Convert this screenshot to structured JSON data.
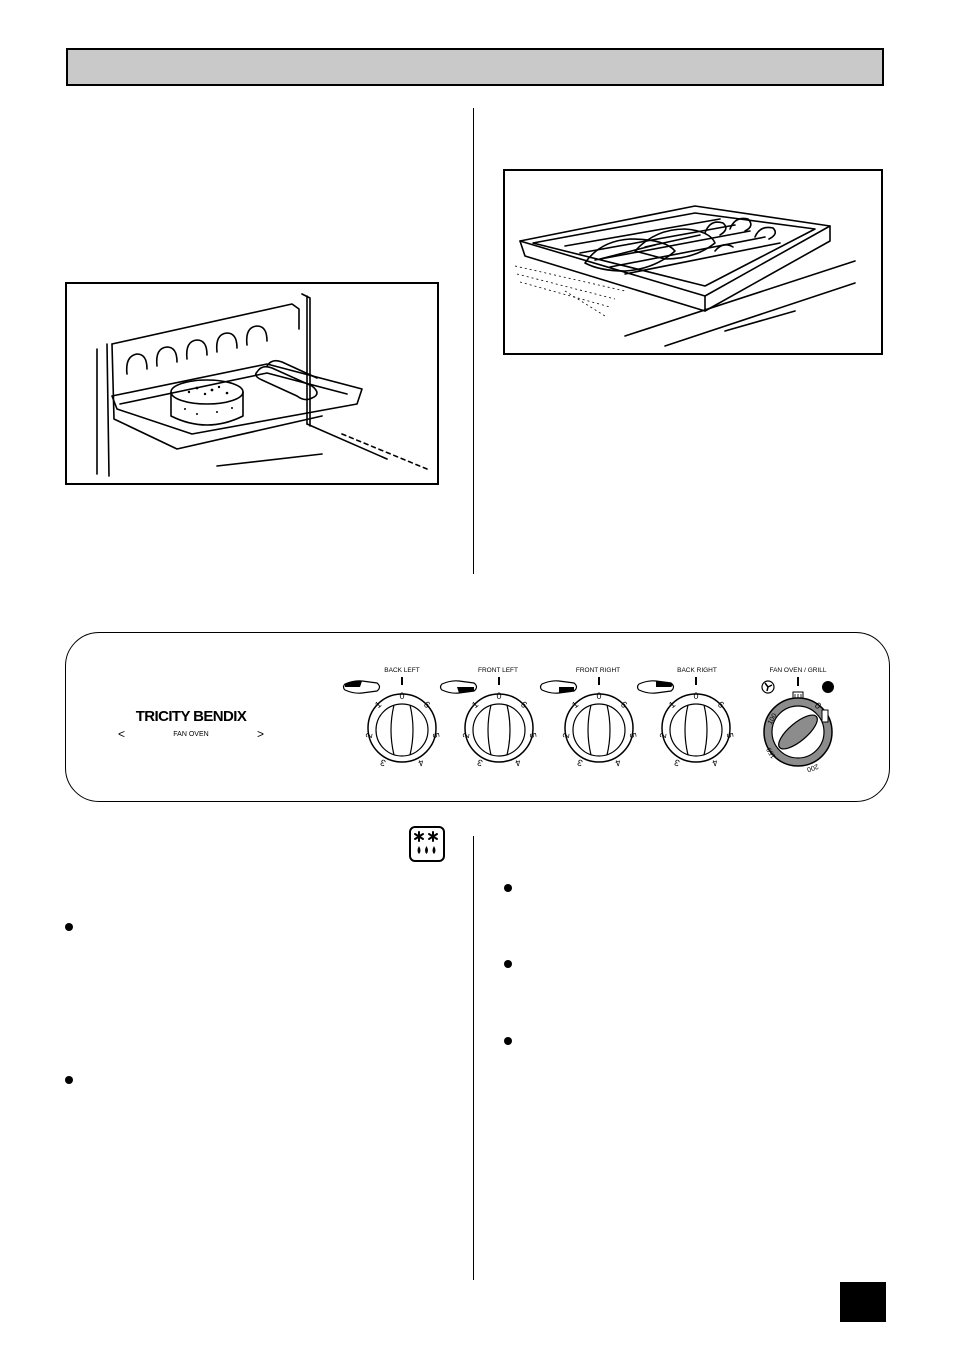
{
  "panel": {
    "brand": "TRICITY BENDIX",
    "model_left_arrow": "<",
    "model": "FAN OVEN",
    "model_right_arrow": ">",
    "hotplate_controls": [
      {
        "label": "BACK LEFT",
        "zero": "0",
        "marks": [
          "1",
          "2",
          "3",
          "4",
          "5",
          "6"
        ]
      },
      {
        "label": "FRONT LEFT",
        "zero": "0",
        "marks": [
          "1",
          "2",
          "3",
          "4",
          "5",
          "6"
        ]
      },
      {
        "label": "FRONT RIGHT",
        "zero": "0",
        "marks": [
          "1",
          "2",
          "3",
          "4",
          "5",
          "6"
        ]
      },
      {
        "label": "BACK RIGHT",
        "zero": "0",
        "marks": [
          "1",
          "2",
          "3",
          "4",
          "5",
          "6"
        ]
      }
    ],
    "oven_control": {
      "label": "FAN OVEN / GRILL",
      "zero": "0",
      "marks": [
        "100",
        "150",
        "200"
      ]
    }
  },
  "icons": {
    "defrost_symbol": "defrost-icon",
    "fan_symbol": "fan-icon",
    "grill_symbol": "grill-icon"
  },
  "colors": {
    "title_bar": "#c9c9c9",
    "ink": "#000000",
    "oven_dial_ring": "#8c8c8c"
  }
}
